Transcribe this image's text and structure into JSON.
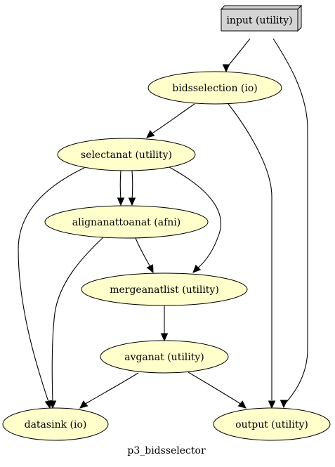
{
  "graph": {
    "title": "p3_bidsselector",
    "colors": {
      "node_fill": "#ffffcc",
      "box_fill": "#d3d3d3",
      "stroke": "#000000"
    },
    "nodes": [
      {
        "id": "input",
        "label": "input (utility)",
        "shape": "box3d"
      },
      {
        "id": "bidsselection",
        "label": "bidsselection (io)",
        "shape": "ellipse"
      },
      {
        "id": "selectanat",
        "label": "selectanat (utility)",
        "shape": "ellipse"
      },
      {
        "id": "alignanattoanat",
        "label": "alignanattoanat (afni)",
        "shape": "ellipse"
      },
      {
        "id": "mergeanatlist",
        "label": "mergeanatlist (utility)",
        "shape": "ellipse"
      },
      {
        "id": "avganat",
        "label": "avganat (utility)",
        "shape": "ellipse"
      },
      {
        "id": "datasink",
        "label": "datasink (io)",
        "shape": "ellipse"
      },
      {
        "id": "output",
        "label": "output (utility)",
        "shape": "ellipse"
      }
    ],
    "edges": [
      {
        "from": "input",
        "to": "bidsselection"
      },
      {
        "from": "input",
        "to": "output"
      },
      {
        "from": "bidsselection",
        "to": "selectanat"
      },
      {
        "from": "bidsselection",
        "to": "output"
      },
      {
        "from": "selectanat",
        "to": "alignanattoanat"
      },
      {
        "from": "selectanat",
        "to": "alignanattoanat"
      },
      {
        "from": "selectanat",
        "to": "datasink"
      },
      {
        "from": "selectanat",
        "to": "mergeanatlist"
      },
      {
        "from": "alignanattoanat",
        "to": "datasink"
      },
      {
        "from": "alignanattoanat",
        "to": "mergeanatlist"
      },
      {
        "from": "mergeanatlist",
        "to": "avganat"
      },
      {
        "from": "avganat",
        "to": "datasink"
      },
      {
        "from": "avganat",
        "to": "output"
      }
    ]
  }
}
